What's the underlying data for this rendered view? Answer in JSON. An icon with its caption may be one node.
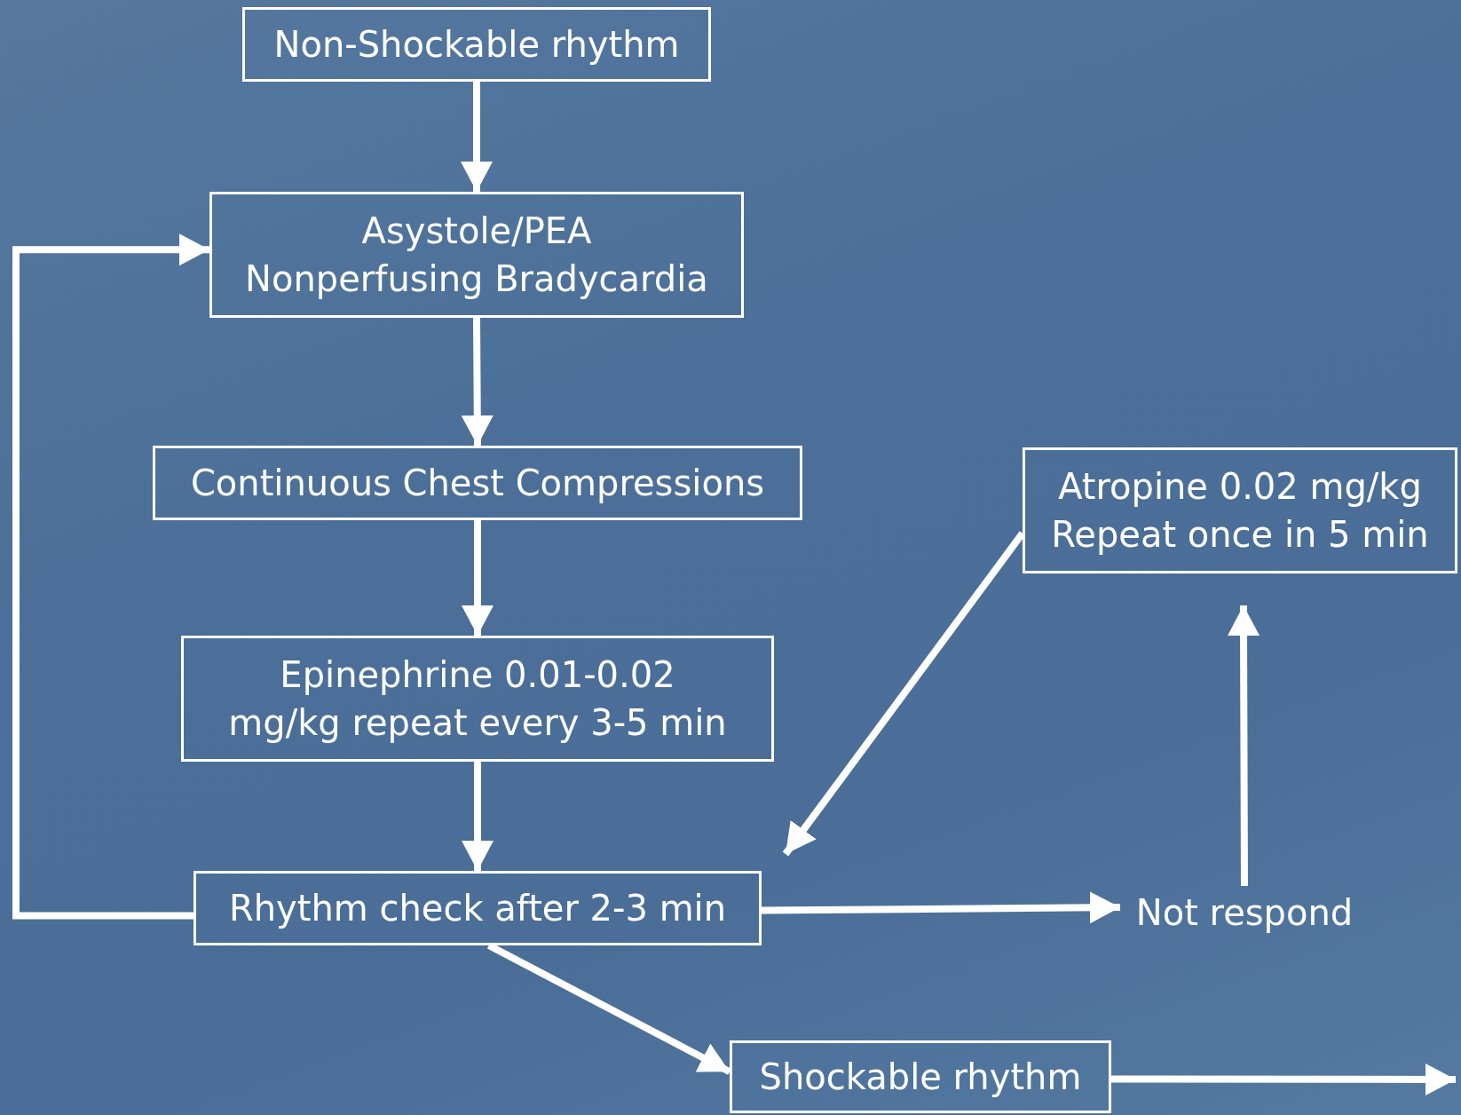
{
  "diagram": {
    "nodes": [
      {
        "text": [
          "Non-Shockable rhythm"
        ]
      },
      {
        "text": [
          "Asystole/PEA Nonperfusing Bradycardia"
        ]
      },
      {
        "text": [
          "Continuous Chest Compressions"
        ]
      },
      {
        "text": [
          "Epinephrine 0.01-0.02 mg/kg repeat every 3-5 min"
        ]
      },
      {
        "text": [
          "Rhythm check after 2-3 min"
        ]
      },
      {
        "text": [
          "Atropine 0.02 mg/kg Repeat once in 5 min"
        ]
      },
      {
        "text": [
          "Not respond"
        ]
      },
      {
        "text": [
          "Shockable rhythm"
        ]
      }
    ],
    "edges": [
      {
        "from": 0,
        "to": 1,
        "arrow": "to"
      },
      {
        "from": 1,
        "to": 2,
        "arrow": "to"
      },
      {
        "from": 2,
        "to": 3,
        "arrow": "to"
      },
      {
        "from": 3,
        "to": 4,
        "arrow": "to"
      },
      {
        "from": 4,
        "to": 1,
        "arrow": "to"
      },
      {
        "from": 4,
        "to": 6,
        "arrow": "to"
      },
      {
        "from": 6,
        "to": 5,
        "arrow": "to"
      },
      {
        "from": 5,
        "to": 4,
        "arrow": "to"
      },
      {
        "from": 4,
        "to": 7,
        "arrow": "to"
      },
      {
        "from": 7,
        "to": null,
        "arrow": "to"
      }
    ]
  }
}
